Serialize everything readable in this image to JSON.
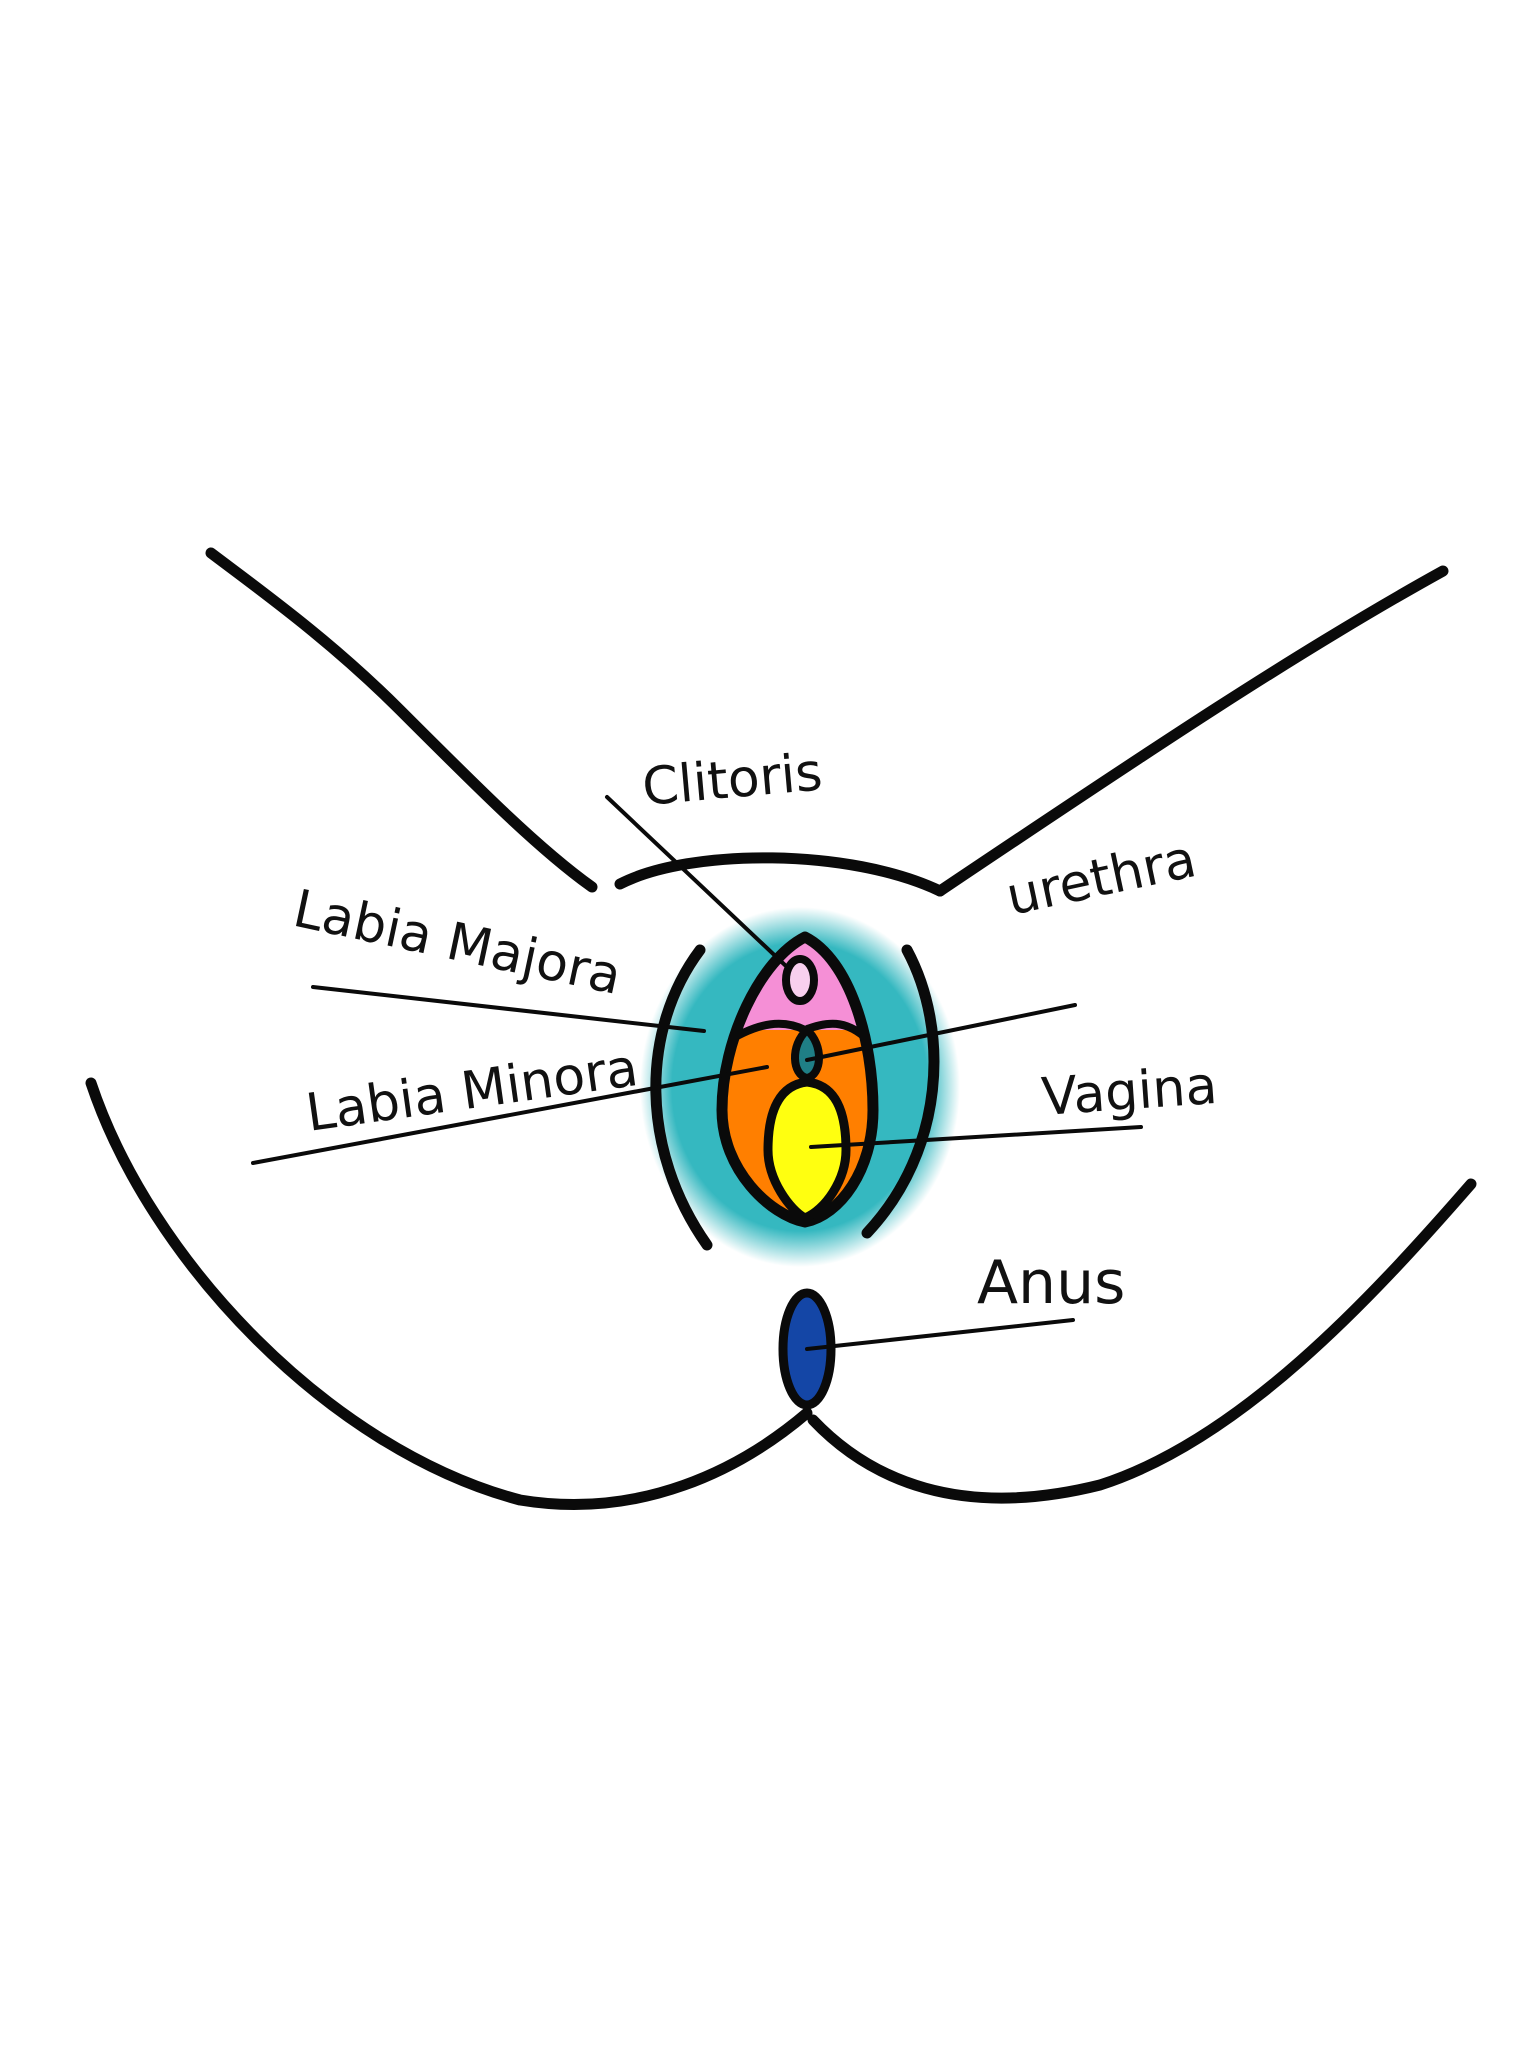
{
  "labels": {
    "clitoris": "Clitoris",
    "urethra": "urethra",
    "labia_majora": "Labia Majora",
    "labia_minora": "Labia Minora",
    "vagina": "Vagina",
    "anus": "Anus"
  },
  "colors": {
    "labia_majora": "#35b8c0",
    "labia_minora_upper": "#f58fd6",
    "labia_minora_lower": "#ff7f00",
    "urethra": "#1f7f86",
    "vagina": "#ffff10",
    "anus": "#1446a6",
    "outline": "#0a0a0a"
  }
}
